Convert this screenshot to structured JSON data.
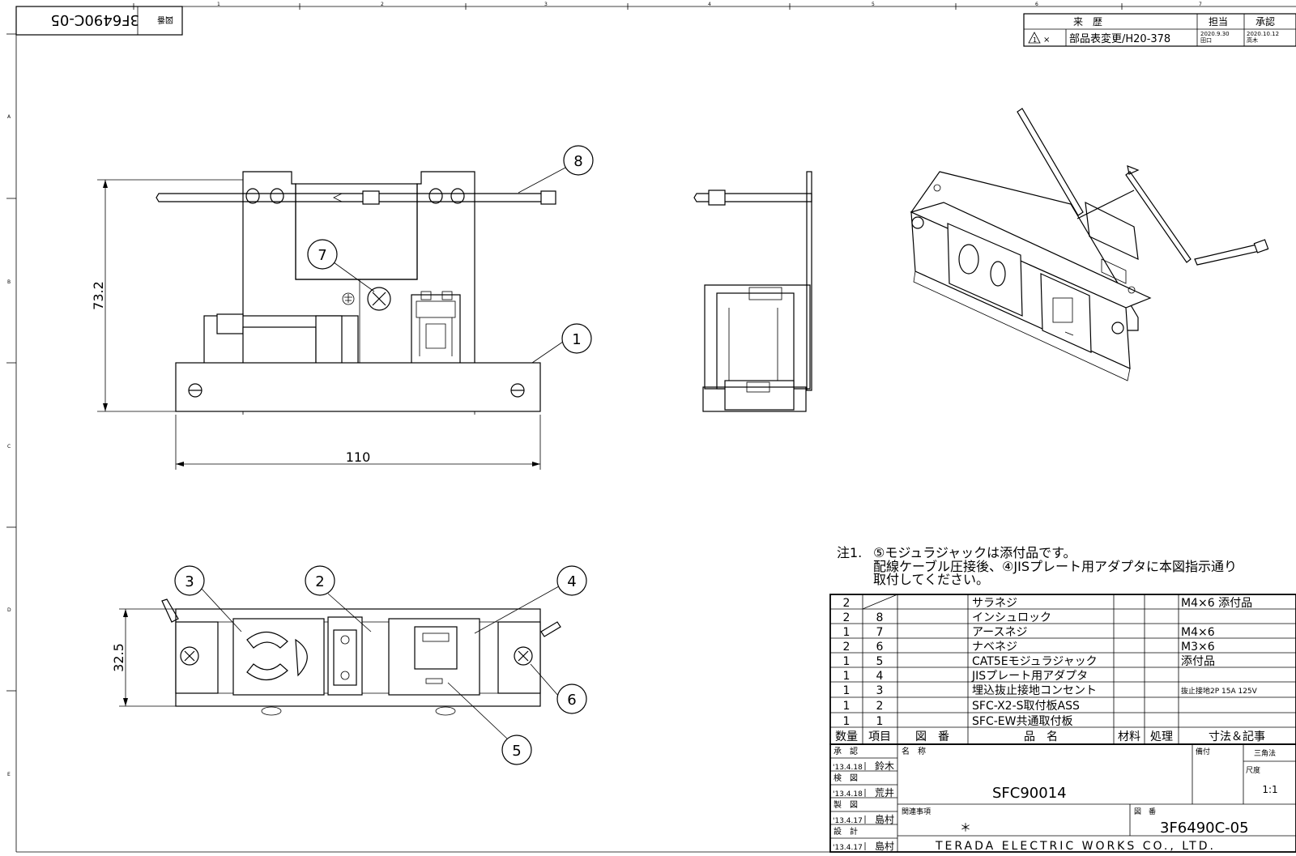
{
  "sheet": {
    "drawing_number_top": "3F6490C-05",
    "drawing_number_top_label": "図番",
    "column_markers": [
      "1",
      "2",
      "3",
      "4",
      "5",
      "6",
      "7"
    ],
    "row_markers": [
      "A",
      "B",
      "C",
      "D",
      "E"
    ]
  },
  "revision": {
    "headers": {
      "history": "来　歴",
      "in_charge": "担当",
      "approval": "承認"
    },
    "row": {
      "mark": "1",
      "cross": "×",
      "description": "部品表変更/H20-378",
      "in_charge_date": "2020.9.30",
      "in_charge_name": "田口",
      "approval_date": "2020.10.12",
      "approval_name": "高木"
    }
  },
  "dimensions": {
    "height": "73.2",
    "width": "110",
    "depth": "32.5"
  },
  "balloons": [
    "1",
    "2",
    "3",
    "4",
    "5",
    "6",
    "7",
    "8"
  ],
  "notes": {
    "prefix": "注1.",
    "line1": "⑤モジュラジャックは添付品です。",
    "line2": "配線ケーブル圧接後、④JISプレート用アダプタに本図指示通り",
    "line3": "取付してください。"
  },
  "parts_table": {
    "headers": {
      "qty": "数量",
      "item": "項目",
      "drawing_no": "図　番",
      "name": "品　名",
      "material": "材料",
      "treatment": "処理",
      "remarks": "寸法＆記事"
    },
    "rows": [
      {
        "qty": "2",
        "item": "",
        "drawing_no": "",
        "name": "サラネジ",
        "material": "",
        "treatment": "",
        "remarks": "M4×6 添付品"
      },
      {
        "qty": "2",
        "item": "8",
        "drawing_no": "",
        "name": "インシュロック",
        "material": "",
        "treatment": "",
        "remarks": ""
      },
      {
        "qty": "1",
        "item": "7",
        "drawing_no": "",
        "name": "アースネジ",
        "material": "",
        "treatment": "",
        "remarks": "M4×6"
      },
      {
        "qty": "2",
        "item": "6",
        "drawing_no": "",
        "name": "ナベネジ",
        "material": "",
        "treatment": "",
        "remarks": "M3×6"
      },
      {
        "qty": "1",
        "item": "5",
        "drawing_no": "",
        "name": "CAT5Eモジュラジャック",
        "material": "",
        "treatment": "",
        "remarks": "添付品"
      },
      {
        "qty": "1",
        "item": "4",
        "drawing_no": "",
        "name": "JISプレート用アダプタ",
        "material": "",
        "treatment": "",
        "remarks": ""
      },
      {
        "qty": "1",
        "item": "3",
        "drawing_no": "",
        "name": "埋込抜止接地コンセント",
        "material": "",
        "treatment": "",
        "remarks": "抜止接地2P 15A 125V"
      },
      {
        "qty": "1",
        "item": "2",
        "drawing_no": "",
        "name": "SFC-X2-S取付板ASS",
        "material": "",
        "treatment": "",
        "remarks": ""
      },
      {
        "qty": "1",
        "item": "1",
        "drawing_no": "",
        "name": "SFC-EW共通取付板",
        "material": "",
        "treatment": "",
        "remarks": ""
      }
    ]
  },
  "title_block": {
    "approve_label": "承　認",
    "approve_date": "'13.4.18",
    "approve_name": "鈴木",
    "check_label": "検　図",
    "check_date": "'13.4.18",
    "check_name": "荒井",
    "draw_label": "製　図",
    "draw_date": "'13.4.17",
    "draw_name": "島村",
    "design_label": "設　計",
    "design_date": "'13.4.17",
    "design_name": "島村",
    "name_label": "名　称",
    "name_value": "SFC90014",
    "remarks_label": "備付",
    "projection": "三角法",
    "scale_label": "尺度",
    "scale_value": "1:1",
    "related_label": "関連事項",
    "related_value": "＊",
    "drawing_no_label": "図　番",
    "drawing_no_value": "3F6490C-05",
    "company": "TERADA ELECTRIC WORKS CO., LTD."
  }
}
